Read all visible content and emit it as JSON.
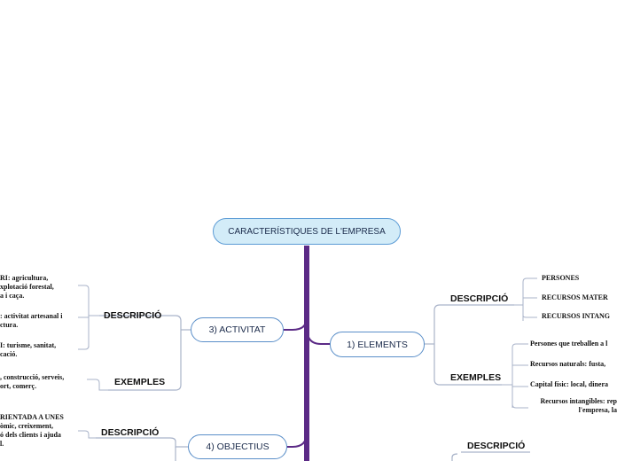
{
  "root": {
    "title": "CARACTERÍSTIQUES DE L'EMPRESA"
  },
  "branches": {
    "elements": {
      "title": "1) ELEMENTS",
      "descripcio": {
        "label": "DESCRIPCIÓ",
        "items": [
          "PERSONES",
          "RECURSOS MATER",
          "RECURSOS INTANG"
        ]
      },
      "exemples": {
        "label": "EXEMPLES",
        "items": [
          "Persones que treballen a l",
          "Recursos naturals: fusta,",
          "Capital físic: local, dinera",
          [
            "Recursos intangibles: rep",
            "l'empresa, la"
          ]
        ]
      }
    },
    "activitat": {
      "title": "3) ACTIVITAT",
      "descripcio": {
        "label": "DESCRIPCIÓ",
        "items": [
          [
            "RI: agricultura,",
            "xplotació forestal,",
            "a i caça."
          ],
          [
            ": activitat artesanal i",
            "ctura."
          ],
          [
            "I: turisme, sanitat,",
            "cació."
          ]
        ]
      },
      "exemples": {
        "label": "EXEMPLES",
        "items": [
          [
            ", construcció, serveis,",
            "ort, comerç."
          ]
        ]
      }
    },
    "objectius": {
      "title": "4) OBJECTIUS",
      "descripcio": {
        "label": "DESCRIPCIÓ",
        "items": [
          [
            "RIENTADA A UNES",
            "òmic, creixement,",
            "ó dels clients i ajuda",
            "l."
          ]
        ]
      }
    },
    "bottom_right": {
      "descripcio": {
        "label": "DESCRIPCIÓ"
      }
    }
  },
  "colors": {
    "trunk": "#5b2a86",
    "link": "#a9b3c9",
    "pill_border": "#5b8fc9",
    "root_fill": "#d3ecf8"
  }
}
